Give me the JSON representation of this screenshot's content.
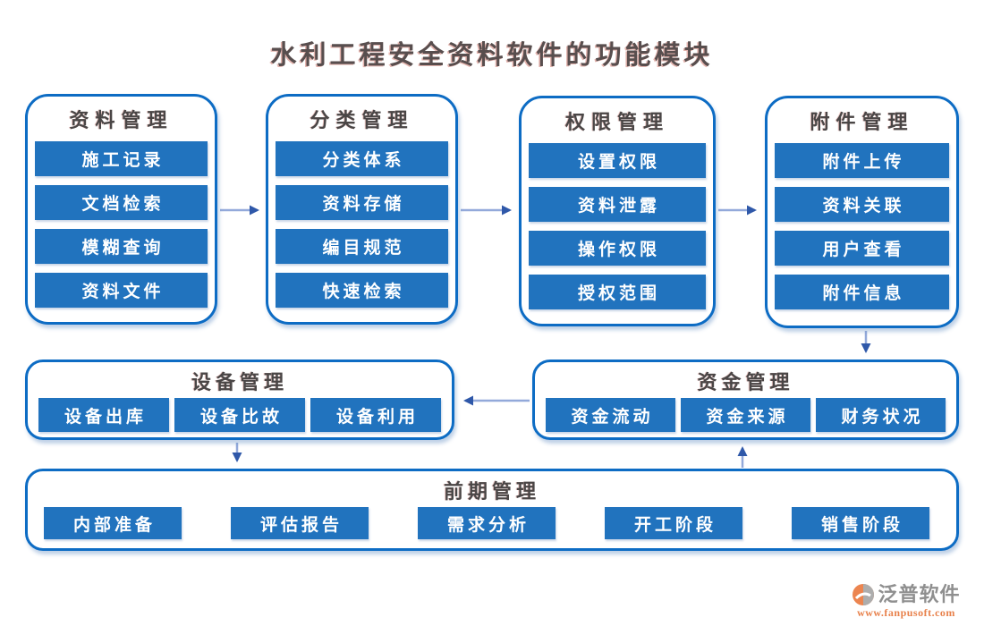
{
  "title": "水利工程安全资料软件的功能模块",
  "top_modules": [
    {
      "title": "资料管理",
      "items": [
        "施工记录",
        "文档检索",
        "模糊查询",
        "资料文件"
      ]
    },
    {
      "title": "分类管理",
      "items": [
        "分类体系",
        "资料存储",
        "编目规范",
        "快速检索"
      ]
    },
    {
      "title": "权限管理",
      "items": [
        "设置权限",
        "资料泄露",
        "操作权限",
        "授权范围"
      ]
    },
    {
      "title": "附件管理",
      "items": [
        "附件上传",
        "资料关联",
        "用户查看",
        "附件信息"
      ]
    }
  ],
  "middle_modules": [
    {
      "title": "设备管理",
      "items": [
        "设备出库",
        "设备比故",
        "设备利用"
      ]
    },
    {
      "title": "资金管理",
      "items": [
        "资金流动",
        "资金来源",
        "财务状况"
      ]
    }
  ],
  "bottom_module": {
    "title": "前期管理",
    "items": [
      "内部准备",
      "评估报告",
      "需求分析",
      "开工阶段",
      "销售阶段"
    ]
  },
  "connections": [
    {
      "from": "资料管理",
      "to": "分类管理",
      "direction": "right"
    },
    {
      "from": "分类管理",
      "to": "权限管理",
      "direction": "right"
    },
    {
      "from": "权限管理",
      "to": "附件管理",
      "direction": "right"
    },
    {
      "from": "附件管理",
      "to": "资金管理",
      "direction": "down"
    },
    {
      "from": "资金管理",
      "to": "设备管理",
      "direction": "left"
    },
    {
      "from": "设备管理",
      "to": "前期管理",
      "direction": "down"
    },
    {
      "from": "前期管理",
      "to": "资金管理",
      "direction": "up"
    }
  ],
  "logo": {
    "name": "泛普软件",
    "url": "www.fanpusoft.com"
  },
  "colors": {
    "bar_blue": "#2173BE",
    "border_blue": "#0D6CC4",
    "arrow_line": "#93A9DA",
    "arrow_head": "#2F58A9",
    "title_text": "#584E4E",
    "logo_gray": "#8F8F8F",
    "logo_orange": "#E8814B"
  }
}
